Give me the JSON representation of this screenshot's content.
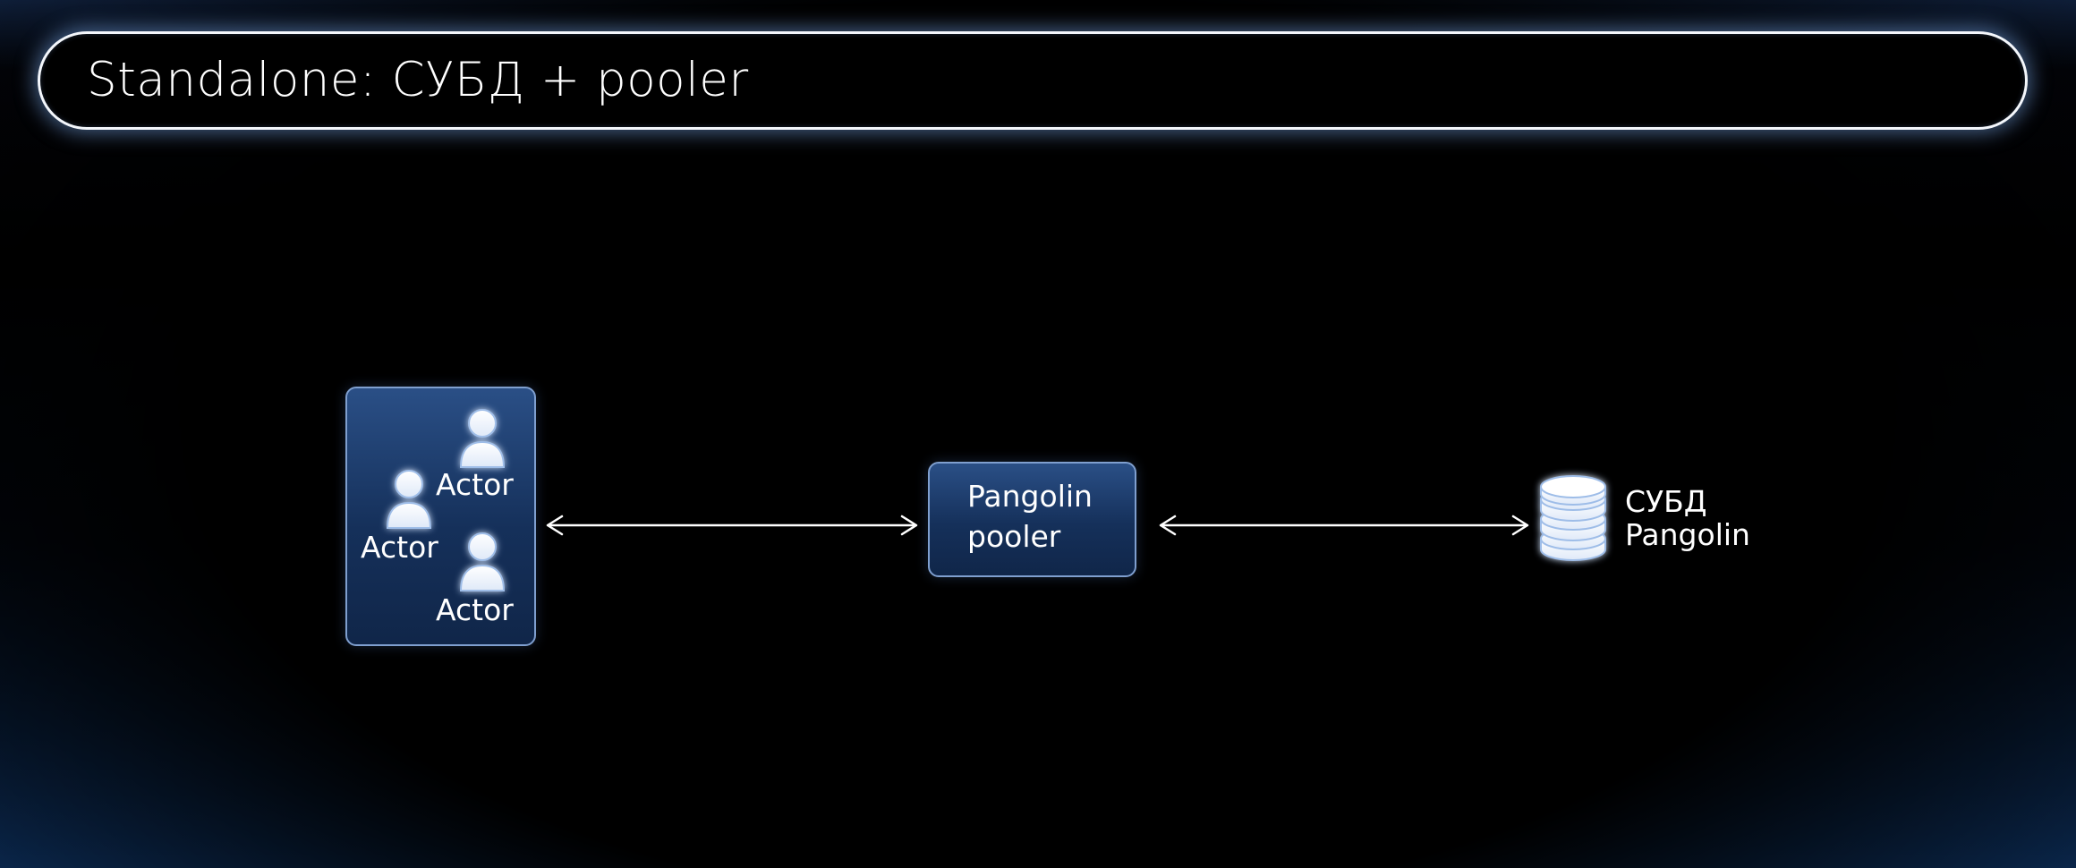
{
  "title": "Standalone: СУБД + pooler",
  "actors": {
    "label_1": "Actor",
    "label_2": "Actor",
    "label_3": "Actor"
  },
  "pooler": {
    "line1": "Pangolin",
    "line2": "pooler"
  },
  "database": {
    "line1": "СУБД",
    "line2": "Pangolin"
  },
  "colors": {
    "box_fill": "#1b3a6b",
    "box_border": "#7f9fcf",
    "glow": "#8fb4ee",
    "text": "#ffffff"
  },
  "icons": {
    "actor": "person-icon",
    "database": "database-icon",
    "connection": "double-arrow-icon"
  }
}
